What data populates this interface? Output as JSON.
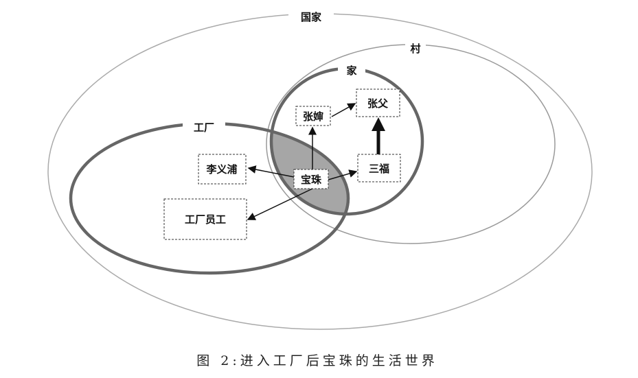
{
  "labels": {
    "country": "国家",
    "village": "村",
    "home": "家",
    "factory": "工厂"
  },
  "nodes": {
    "zhangshen": "张婶",
    "zhangfu": "张父",
    "sanfu": "三福",
    "baozhu": "宝珠",
    "liyipu": "李义浦",
    "workers": "工厂员工"
  },
  "caption": "图 2:进入工厂后宝珠的生活世界",
  "colors": {
    "thick_ring": "#666666",
    "thin_ring": "#999999",
    "overlap_fill": "#a6a6a6"
  }
}
